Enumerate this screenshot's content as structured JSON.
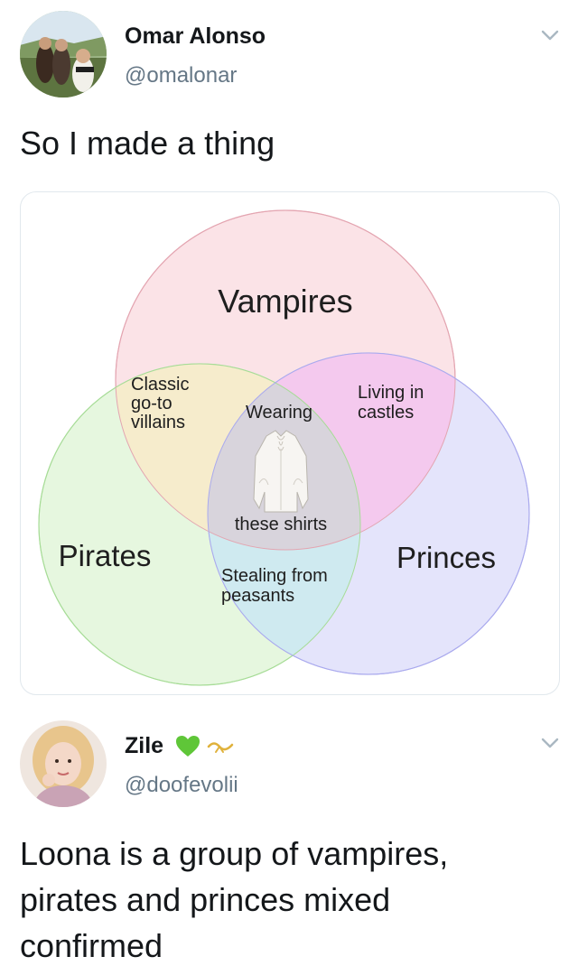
{
  "tweet1": {
    "display_name": "Omar Alonso",
    "handle": "@omalonar",
    "text": "So I made a thing",
    "avatar_icon": "profile-photo-people-outdoors"
  },
  "venn": {
    "labels": {
      "vampires": "Vampires",
      "pirates": "Pirates",
      "princes": "Princes",
      "vampires_pirates": [
        "Classic",
        "go-to",
        "villains"
      ],
      "vampires_princes": [
        "Living in",
        "castles"
      ],
      "center_top": "Wearing",
      "center_bottom": "these shirts",
      "pirates_princes": [
        "Stealing from",
        "peasants"
      ]
    },
    "colors": {
      "vampires": "#fbe3e7",
      "pirates": "#e6f7df",
      "princes": "#e4e4fb",
      "overlap_vp": "#f6eccc",
      "overlap_vpr": "#f4c9ee",
      "overlap_ppr": "#cfeaf0",
      "center": "#d8d4dc"
    },
    "center_image_icon": "white-ruffled-shirt-icon"
  },
  "tweet2": {
    "display_name": "Zile",
    "handle": "@doofevolii",
    "text_lines": [
      "Loona is a group of vampires,",
      "pirates and princes mixed",
      "confirmed"
    ],
    "emoji_icons": [
      "green-heart-icon",
      "ribbon-icon"
    ],
    "avatar_icon": "profile-photo-person"
  }
}
